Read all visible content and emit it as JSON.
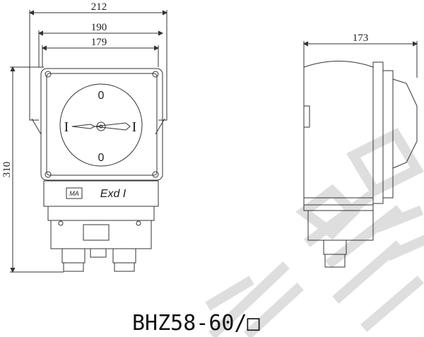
{
  "dimensions": {
    "overall_width": "212",
    "cover_width": "190",
    "mounting_width": "179",
    "depth": "173",
    "height": "310"
  },
  "switch_face": {
    "top_label": "0",
    "bottom_label": "0",
    "left_label": "I",
    "right_label": "I"
  },
  "nameplate": {
    "ma_mark": "MA",
    "explosion_mark": "Exd I"
  },
  "model": "BHZ58-60/□",
  "colors": {
    "line": "#333333",
    "watermark": "#dcdcdc"
  }
}
